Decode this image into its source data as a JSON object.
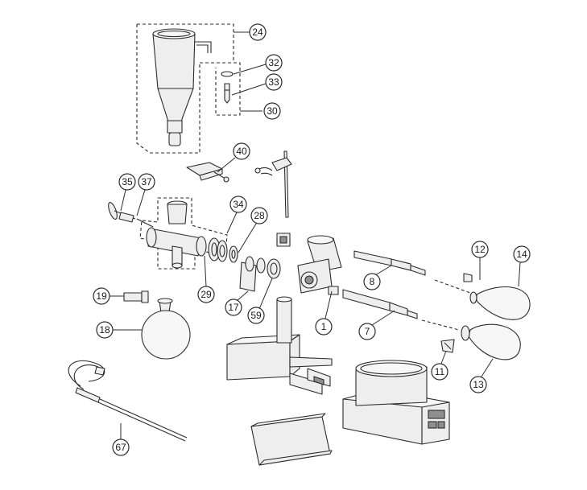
{
  "diagram": {
    "callouts": [
      {
        "id": "24",
        "label": "24"
      },
      {
        "id": "32",
        "label": "32"
      },
      {
        "id": "33",
        "label": "33"
      },
      {
        "id": "30",
        "label": "30"
      },
      {
        "id": "40",
        "label": "40"
      },
      {
        "id": "35",
        "label": "35"
      },
      {
        "id": "37",
        "label": "37"
      },
      {
        "id": "34",
        "label": "34"
      },
      {
        "id": "28",
        "label": "28"
      },
      {
        "id": "12",
        "label": "12"
      },
      {
        "id": "14",
        "label": "14"
      },
      {
        "id": "8",
        "label": "8"
      },
      {
        "id": "19",
        "label": "19"
      },
      {
        "id": "29",
        "label": "29"
      },
      {
        "id": "17",
        "label": "17"
      },
      {
        "id": "59",
        "label": "59"
      },
      {
        "id": "1",
        "label": "1"
      },
      {
        "id": "7",
        "label": "7"
      },
      {
        "id": "18",
        "label": "18"
      },
      {
        "id": "11",
        "label": "11"
      },
      {
        "id": "13",
        "label": "13"
      },
      {
        "id": "67",
        "label": "67"
      }
    ]
  }
}
